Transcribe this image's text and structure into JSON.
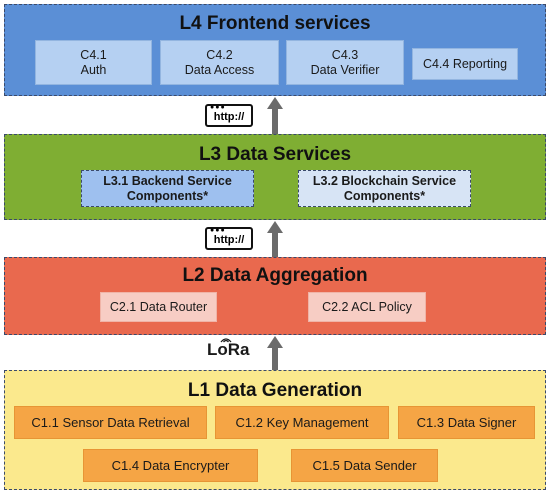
{
  "l4": {
    "title": "L4 Frontend services",
    "components": [
      {
        "line1": "C4.1",
        "line2": "Auth"
      },
      {
        "line1": "C4.2",
        "line2": "Data Access"
      },
      {
        "line1": "C4.3",
        "line2": "Data Verifier"
      },
      {
        "line1": "C4.4 Reporting",
        "line2": ""
      }
    ]
  },
  "l3": {
    "title": "L3 Data Services",
    "components": [
      {
        "line1": "L3.1 Backend Service",
        "line2": "Components*",
        "color": "#9ec0ef"
      },
      {
        "line1": "L3.2 Blockchain Service",
        "line2": "Components*",
        "color": "#d7e4f5"
      }
    ]
  },
  "l2": {
    "title": "L2 Data Aggregation",
    "components": [
      "C2.1 Data Router",
      "C2.2 ACL Policy"
    ]
  },
  "l1": {
    "title": "L1 Data Generation",
    "components": [
      "C1.1 Sensor Data Retrieval",
      "C1.2 Key Management",
      "C1.3 Data Signer",
      "C1.4 Data Encrypter",
      "C1.5 Data Sender"
    ]
  },
  "connectors": {
    "l3_to_l4": "http://",
    "l2_to_l3": "http://",
    "l1_to_l2": "LoRa"
  },
  "colors": {
    "l4": "#5b8fd6",
    "l3": "#7fae33",
    "l2": "#e9694e",
    "l1": "#fbe98d",
    "arrow": "#6b6b6b"
  }
}
